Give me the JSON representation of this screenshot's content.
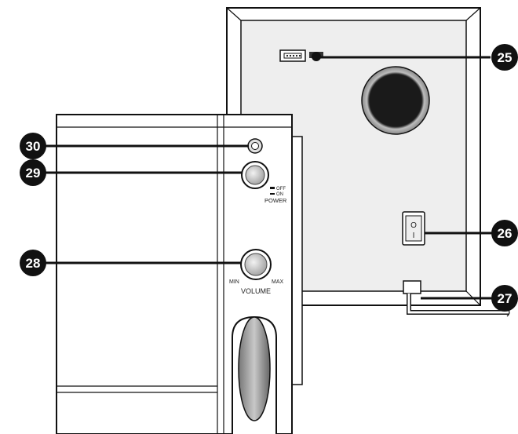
{
  "callouts": [
    "25",
    "26",
    "27",
    "28",
    "29",
    "30"
  ],
  "power_switch": {
    "off_label": "OFF",
    "on_label": "ON",
    "caption": "POWER"
  },
  "volume_knob": {
    "min_label": "MIN",
    "max_label": "MAX",
    "caption": "VOLUME"
  },
  "rocker_switch": {
    "off_symbol": "O",
    "on_symbol": "I"
  },
  "colors": {
    "line": "#111111",
    "panel": "#eeeeee",
    "panel_border": "#d8d8d8",
    "knob": "#c8c8c8",
    "port": "#111111",
    "badge": "#111111"
  }
}
